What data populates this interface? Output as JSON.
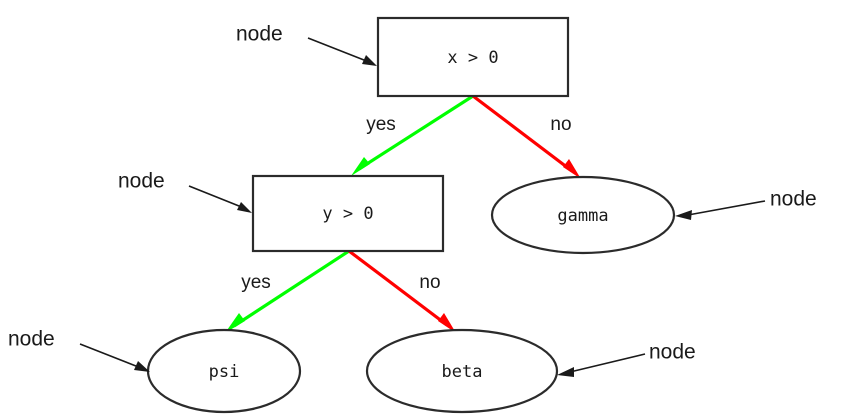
{
  "diagram": {
    "type": "decision-tree",
    "background_color": "#ffffff",
    "colors": {
      "yes_edge": "#00ff00",
      "no_edge": "#ff0000",
      "node_stroke": "#2b2b2b",
      "node_fill": "#ffffff",
      "text": "#1a1a1a",
      "annotation": "#1a1a1a"
    },
    "nodes": [
      {
        "id": "root",
        "shape": "rectangle",
        "label": "x > 0"
      },
      {
        "id": "inner",
        "shape": "rectangle",
        "label": "y > 0"
      },
      {
        "id": "gamma",
        "shape": "ellipse",
        "label": "gamma"
      },
      {
        "id": "psi",
        "shape": "ellipse",
        "label": "psi"
      },
      {
        "id": "beta",
        "shape": "ellipse",
        "label": "beta"
      }
    ],
    "edges": [
      {
        "from": "root",
        "to": "inner",
        "label": "yes",
        "color": "#00ff00"
      },
      {
        "from": "root",
        "to": "gamma",
        "label": "no",
        "color": "#ff0000"
      },
      {
        "from": "inner",
        "to": "psi",
        "label": "yes",
        "color": "#00ff00"
      },
      {
        "from": "inner",
        "to": "beta",
        "label": "no",
        "color": "#ff0000"
      }
    ],
    "annotations": [
      {
        "id": "anno-root",
        "text": "node",
        "target": "root"
      },
      {
        "id": "anno-inner",
        "text": "node",
        "target": "inner"
      },
      {
        "id": "anno-gamma",
        "text": "node",
        "target": "gamma"
      },
      {
        "id": "anno-psi",
        "text": "node",
        "target": "psi"
      },
      {
        "id": "anno-beta",
        "text": "node",
        "target": "beta"
      }
    ]
  }
}
